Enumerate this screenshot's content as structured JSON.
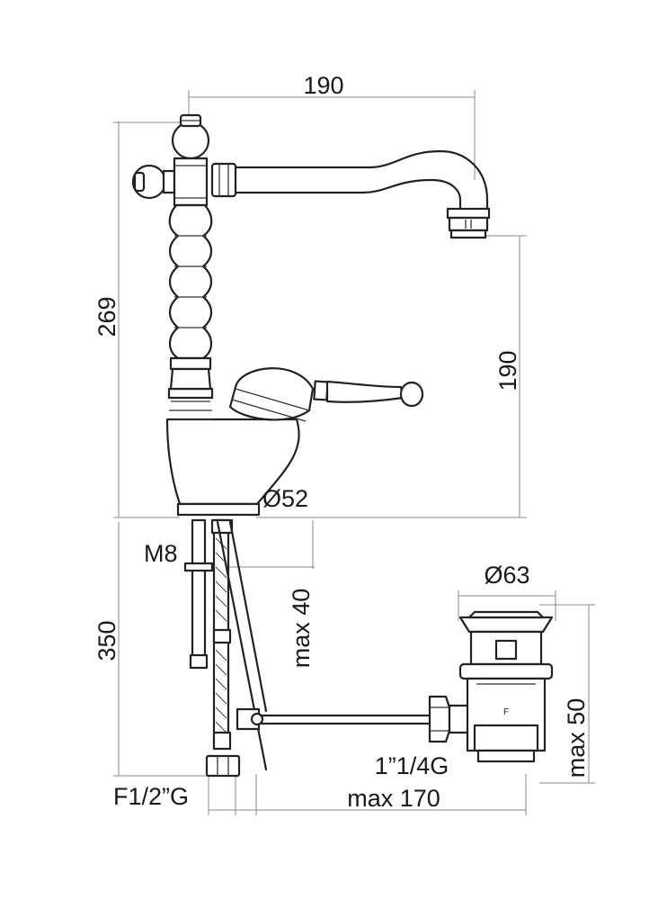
{
  "drawing": {
    "dimensions": {
      "spout_reach": "190",
      "total_height": "269",
      "spout_height": "190",
      "base_diameter": "Ø52",
      "stud_thread": "M8",
      "hose_length": "350",
      "max_deck_thickness": "max 40",
      "waste_diameter": "Ø63",
      "waste_max_height": "max 50",
      "waste_thread": "1”1/4G",
      "hose_connection": "F1/2”G",
      "rod_max_length": "max 170"
    },
    "waste_mark": "F"
  }
}
